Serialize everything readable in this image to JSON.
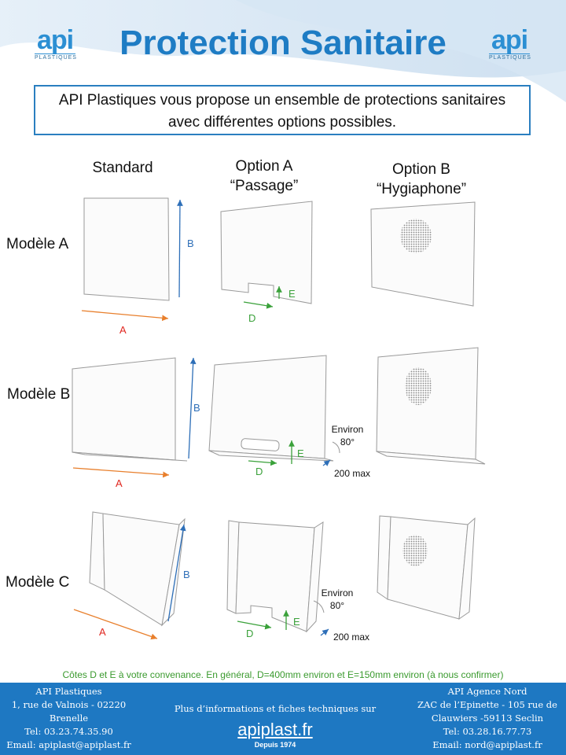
{
  "title": "Protection Sanitaire",
  "logo": {
    "word": "api",
    "sub": "PLASTIQUES"
  },
  "intro": {
    "line1": "API Plastiques vous propose un ensemble de protections sanitaires",
    "line2": "avec différentes options possibles."
  },
  "columns": {
    "standard": "Standard",
    "option_a_1": "Option A",
    "option_a_2": "“Passage”",
    "option_b_1": "Option B",
    "option_b_2": "“Hygiaphone”"
  },
  "rows": {
    "a": "Modèle A",
    "b": "Modèle B",
    "c": "Modèle C"
  },
  "dims": {
    "A": "A",
    "B": "B",
    "D": "D",
    "E": "E",
    "env1": "Environ",
    "env2": "80°",
    "max": "200 max"
  },
  "colors": {
    "blue": "#1e7cc4",
    "orange": "#e87f2c",
    "green": "#3aa13a",
    "red": "#e0261f",
    "footer": "#1e78c2"
  },
  "note": "Côtes D et E à votre convenance. En général, D=400mm environ et E=150mm environ (à nous confirmer)",
  "footer": {
    "left": [
      "API Plastiques",
      "1, rue de Valnois - 02220",
      "Brenelle",
      "Tel: 03.23.74.35.90",
      "Email: apiplast@apiplast.fr"
    ],
    "info": "Plus d’informations et fiches techniques sur",
    "site": "apiplast.fr",
    "since": "Depuis 1974",
    "right": [
      "API Agence Nord",
      "ZAC de l’Epinette - 105 rue de",
      "Clauwiers -59113 Seclin",
      "Tel: 03.28.16.77.73",
      "Email: nord@apiplast.fr"
    ]
  }
}
